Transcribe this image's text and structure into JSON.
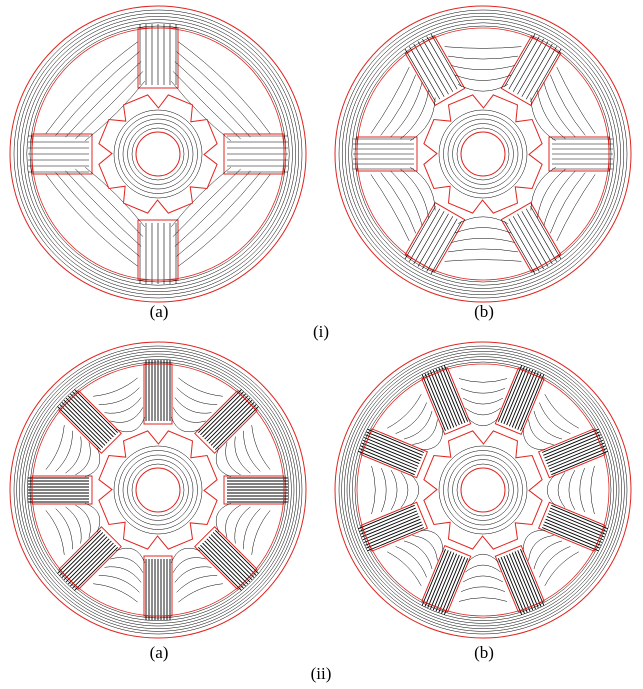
{
  "figure": {
    "row_labels": [
      "(i)",
      "(ii)"
    ],
    "panel_labels": [
      "(a)",
      "(b)",
      "(a)",
      "(b)"
    ]
  },
  "colors": {
    "outline": "#e0241f",
    "flux_lines": "#000000",
    "background": "#ffffff"
  },
  "panels": [
    {
      "id": "i-a",
      "stator_poles": 4,
      "rotor_poles": 8,
      "row": "(i)"
    },
    {
      "id": "i-b",
      "stator_poles": 6,
      "rotor_poles": 8,
      "row": "(i)"
    },
    {
      "id": "ii-a",
      "stator_poles": 8,
      "rotor_poles": 8,
      "row": "(ii)"
    },
    {
      "id": "ii-b",
      "stator_poles": 8,
      "rotor_poles": 8,
      "row": "(ii)"
    }
  ]
}
